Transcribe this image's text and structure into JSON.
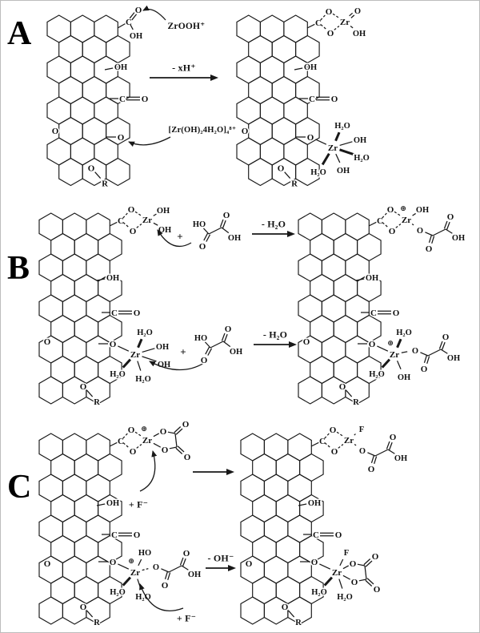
{
  "figure": {
    "description": "Three-part reaction scheme of Zr complexation on graphene-oxide sheets",
    "panels": [
      {
        "id": "A",
        "label": "A"
      },
      {
        "id": "B",
        "label": "B"
      },
      {
        "id": "C",
        "label": "C"
      }
    ]
  },
  "labels": {
    "O": "O",
    "OH": "OH",
    "HO": "HO",
    "C": "C",
    "R": "R",
    "Zr": "Zr",
    "F": "F",
    "H2O": "H₂O",
    "plus": "+",
    "oplus": "⊕",
    "zrooh": "ZrOOH⁺",
    "minus_xH": "- xH⁺",
    "zr_hydroxo": "[Zr(OH)₂4H₂O]₄⁸⁺",
    "minus_H2O": "- H₂O",
    "plus_F": "+ F⁻",
    "minus_OH": "- OH⁻"
  }
}
